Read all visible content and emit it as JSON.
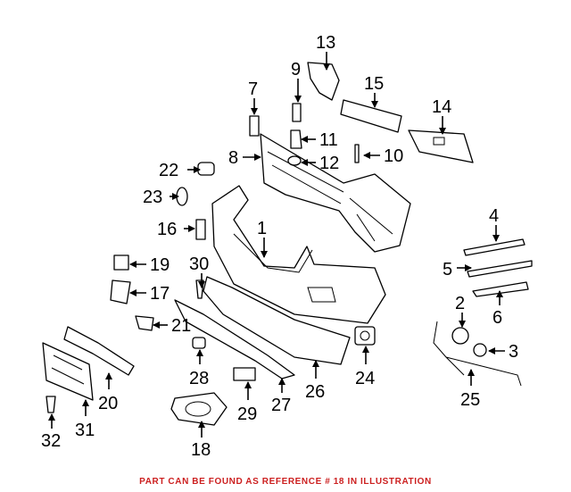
{
  "callouts": {
    "c1": "1",
    "c2": "2",
    "c3": "3",
    "c4": "4",
    "c5": "5",
    "c6": "6",
    "c7": "7",
    "c8": "8",
    "c9": "9",
    "c10": "10",
    "c11": "11",
    "c12": "12",
    "c13": "13",
    "c14": "14",
    "c15": "15",
    "c16": "16",
    "c17": "17",
    "c18": "18",
    "c19": "19",
    "c20": "20",
    "c21": "21",
    "c22": "22",
    "c23": "23",
    "c24": "24",
    "c25": "25",
    "c26": "26",
    "c27": "27",
    "c28": "28",
    "c29": "29",
    "c30": "30",
    "c31": "31",
    "c32": "32"
  },
  "caption": "PART CAN BE FOUND AS REFERENCE # 18 IN ILLUSTRATION",
  "colors": {
    "caption": "#cc1f1f",
    "lines": "#000000",
    "background": "#ffffff"
  }
}
